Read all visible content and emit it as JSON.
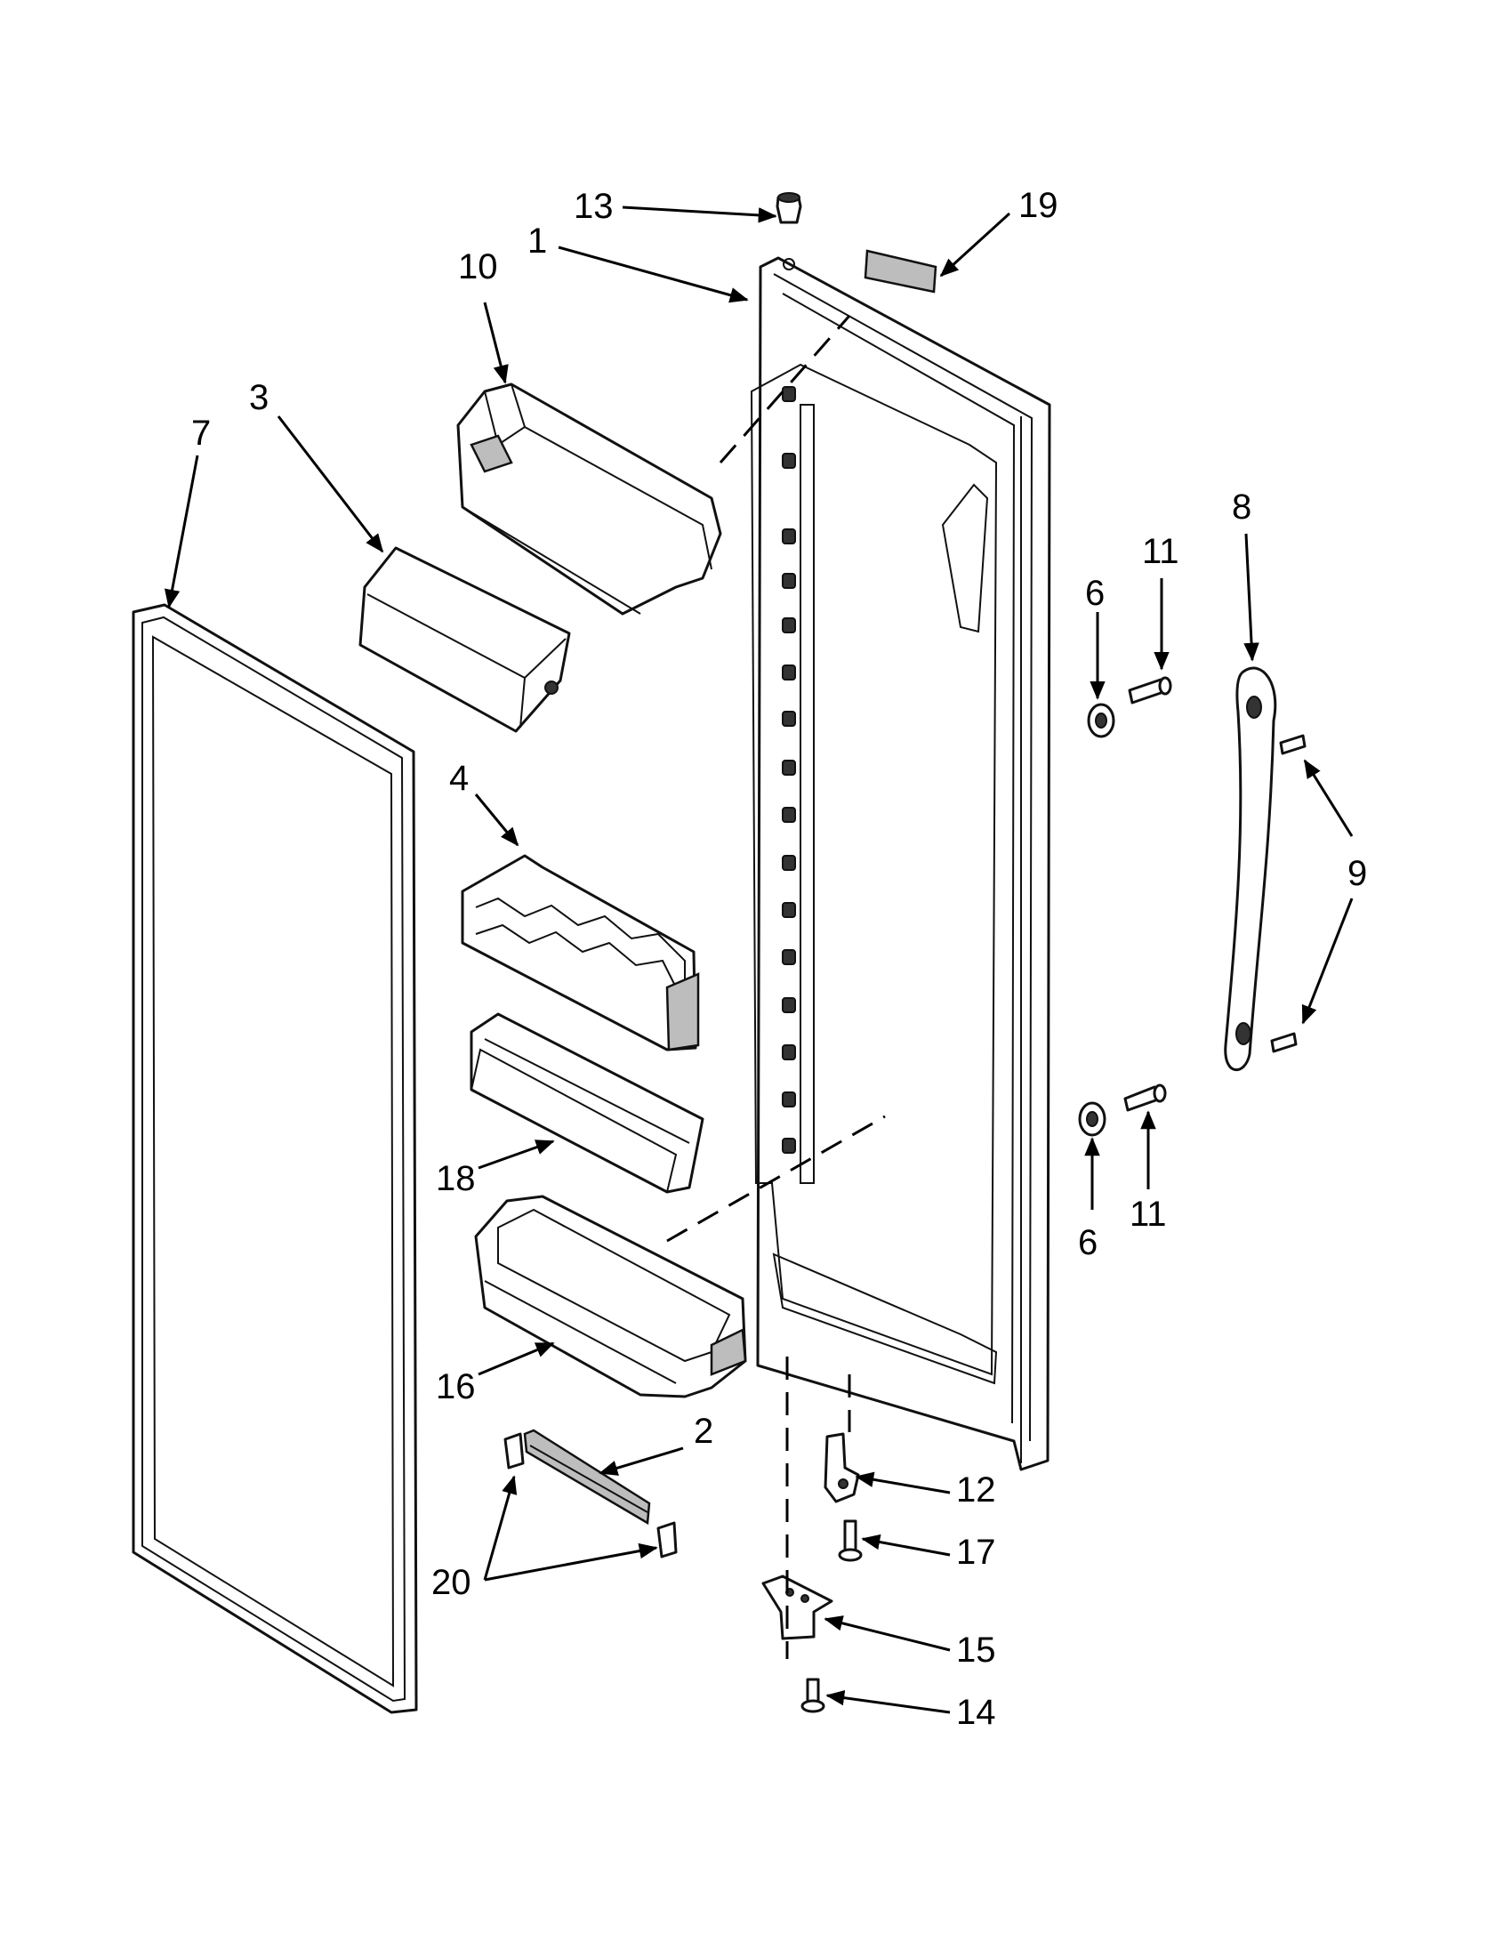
{
  "diagram": {
    "callouts": [
      {
        "id": "c1",
        "text": "1"
      },
      {
        "id": "c2",
        "text": "2"
      },
      {
        "id": "c3",
        "text": "3"
      },
      {
        "id": "c4",
        "text": "4"
      },
      {
        "id": "c6a",
        "text": "6"
      },
      {
        "id": "c6b",
        "text": "6"
      },
      {
        "id": "c7",
        "text": "7"
      },
      {
        "id": "c8",
        "text": "8"
      },
      {
        "id": "c9",
        "text": "9"
      },
      {
        "id": "c10",
        "text": "10"
      },
      {
        "id": "c11a",
        "text": "11"
      },
      {
        "id": "c11b",
        "text": "11"
      },
      {
        "id": "c12",
        "text": "12"
      },
      {
        "id": "c13",
        "text": "13"
      },
      {
        "id": "c14",
        "text": "14"
      },
      {
        "id": "c15",
        "text": "15"
      },
      {
        "id": "c16",
        "text": "16"
      },
      {
        "id": "c17",
        "text": "17"
      },
      {
        "id": "c18",
        "text": "18"
      },
      {
        "id": "c19",
        "text": "19"
      },
      {
        "id": "c20",
        "text": "20"
      }
    ],
    "colors": {
      "line": "#111111",
      "shade": "#bdbdbd",
      "background": "#ffffff"
    }
  }
}
